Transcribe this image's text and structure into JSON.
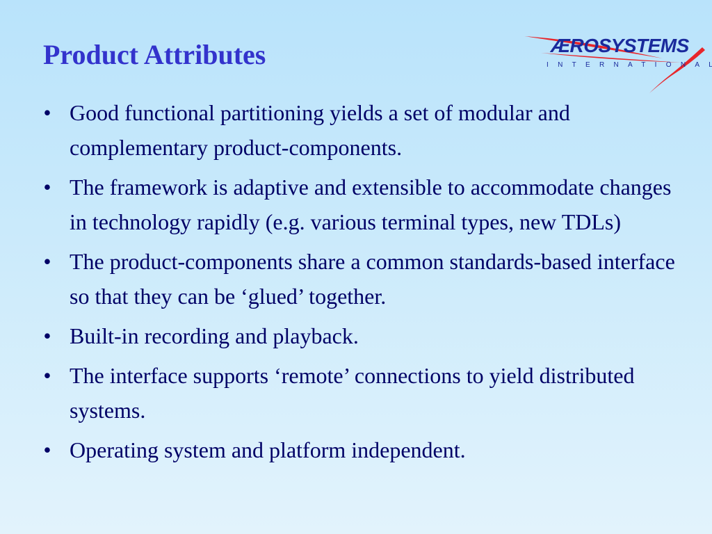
{
  "slide": {
    "title": "Product Attributes",
    "logo": {
      "main": "ÆROSYSTEMS",
      "sub": "INTERNATIONAL"
    },
    "bullets": [
      {
        "symbol": "•",
        "text": "Good functional partitioning yields a set of modular and complementary product-components."
      },
      {
        "symbol": "•",
        "text": "The framework is adaptive and extensible to accommodate changes in technology rapidly (e.g. various terminal types, new TDLs)"
      },
      {
        "symbol": "•",
        "text": "The product-components share a common standards-based interface so that they can be ‘glued’ together."
      },
      {
        "symbol": "•",
        "text": "Built-in recording and playback."
      },
      {
        "symbol": "•",
        "text": "The interface supports ‘remote’ connections to yield distributed systems."
      },
      {
        "symbol": "•",
        "text": "Operating system and platform independent."
      }
    ]
  },
  "colors": {
    "title": "#3333cc",
    "body_text": "#000066",
    "logo_text": "#1a2a9c",
    "logo_swoosh": "#e8262b",
    "background_top": "#b9e3fb",
    "background_bottom": "#e2f3fc"
  },
  "icons": {
    "logo_swoosh": "red-swoosh-logo-mark"
  }
}
